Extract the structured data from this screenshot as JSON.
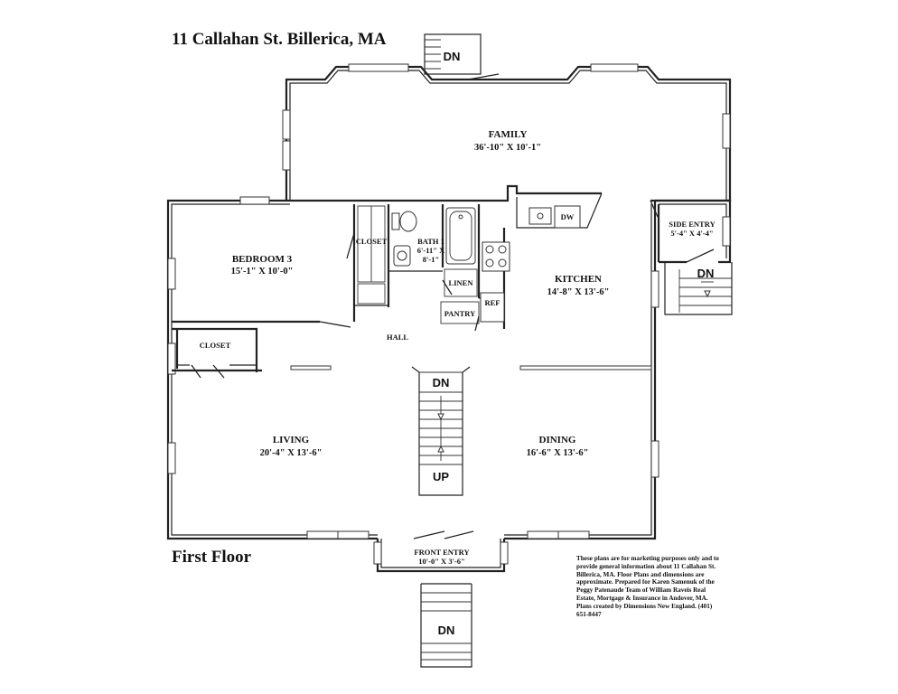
{
  "header": {
    "address": "11 Callahan St. Billerica, MA"
  },
  "footer": {
    "floor_label": "First Floor",
    "disclaimer": "These plans are for marketing purposes only and to provide general information about 11 Callahan St. Billerica, MA. Floor Plans and dimensions are approximate. Prepared for Karen Samenuk of the Peggy Patenaude Team of William Raveis Real Estate, Mortgage & Insurance in Andover, MA. Plans created by Dimensions New England. (401) 651-8447"
  },
  "rooms": {
    "family": {
      "name": "FAMILY",
      "size": "36'-10\" X 10'-1\""
    },
    "bedroom3": {
      "name": "BEDROOM 3",
      "size": "15'-1\" X 10'-0\""
    },
    "bath1": {
      "name": "BATH 1",
      "size_line1": "6'-11\" X",
      "size_line2": "8'-1\""
    },
    "kitchen": {
      "name": "KITCHEN",
      "size": "14'-8\" X 13'-6\""
    },
    "side_entry": {
      "name": "SIDE ENTRY",
      "size": "5'-4\" X 4'-4\""
    },
    "living": {
      "name": "LIVING",
      "size": "20'-4\" X 13'-6\""
    },
    "dining": {
      "name": "DINING",
      "size": "16'-6\" X 13'-6\""
    },
    "front_entry": {
      "name": "FRONT ENTRY",
      "size": "10'-0\" X 3'-6\""
    }
  },
  "labels": {
    "closet_upper": "CLOSET",
    "closet_lower": "CLOSET",
    "hall": "HALL",
    "linen": "LINEN",
    "pantry": "PANTRY",
    "ref": "REF",
    "dw": "DW"
  },
  "stairs": {
    "top": "DN",
    "side": "DN",
    "front": "DN",
    "main_down": "DN",
    "main_up": "UP"
  }
}
